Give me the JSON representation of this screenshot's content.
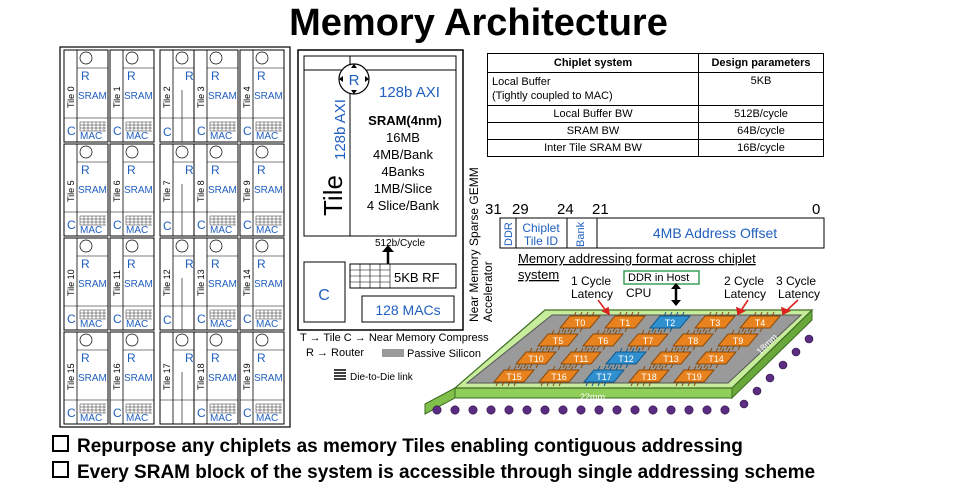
{
  "title": "Memory Architecture",
  "tile_grid": {
    "router_label": "R",
    "sram_label": "SRAM",
    "compress_label": "C",
    "mac_label": "MAC",
    "tiles": [
      "Tile 0",
      "Tile 1",
      "Tile 2",
      "Tile 3",
      "Tile 4",
      "Tile 5",
      "Tile 6",
      "Tile 7",
      "Tile 8",
      "Tile 9",
      "Tile 10",
      "Tile 11",
      "Tile 12",
      "Tile 13",
      "Tile 14",
      "Tile 15",
      "Tile 16",
      "Tile 17",
      "Tile 18",
      "Tile 19"
    ]
  },
  "tile_detail": {
    "router": "R",
    "axi": "128b AXI",
    "axi_vertical": "128b AXI",
    "tile": "Tile",
    "sram_title": "SRAM(4nm)",
    "sram_lines": [
      "16MB",
      "4MB/Bank",
      "4Banks",
      "1MB/Slice",
      "4 Slice/Bank"
    ],
    "bandwidth": "512b/Cycle",
    "rf": "5KB RF",
    "compress": "C",
    "macs": "128 MACs",
    "side_label_1": "Near Memory Sparse GEMM",
    "side_label_2": "Accelerator"
  },
  "legend": {
    "line1": "T → Tile  C → Near Memory Compress",
    "router": "R → Router",
    "passive": "Passive Silicon",
    "d2d": "Die-to-Die link"
  },
  "table": {
    "headers": [
      "Chiplet system",
      "Design parameters"
    ],
    "rows": [
      {
        "label": "Local Buffer",
        "sub": "(Tightly coupled to MAC)",
        "value": "5KB"
      },
      {
        "label": "Local Buffer BW",
        "sub": "",
        "value": "512B/cycle"
      },
      {
        "label": "SRAM BW",
        "sub": "",
        "value": "64B/cycle"
      },
      {
        "label": "Inter Tile SRAM BW",
        "sub": "",
        "value": "16B/cycle"
      }
    ]
  },
  "address": {
    "bits": [
      "31",
      "29",
      "24",
      "21",
      "0"
    ],
    "ddr": "DDR",
    "chiplet": "Chiplet",
    "tile_id": "Tile ID",
    "bank": "Bank",
    "offset": "4MB Address Offset",
    "caption_1": "Memory addressing format across chiplet",
    "caption_2": "system"
  },
  "package": {
    "lat1": "1 Cycle",
    "lat1b": "Latency",
    "ddr_host": "DDR in Host",
    "cpu": "CPU",
    "lat2": "2 Cycle",
    "lat2b": "Latency",
    "lat3": "3 Cycle",
    "lat3b": "Latency",
    "dim_x": "22mm",
    "dim_y": "18mm",
    "tiles": [
      "T0",
      "T1",
      "T2",
      "T3",
      "T4",
      "T5",
      "T6",
      "T7",
      "T8",
      "T9",
      "T10",
      "T11",
      "T12",
      "T13",
      "T14",
      "T15",
      "T16",
      "T17",
      "T18",
      "T19"
    ]
  },
  "bullets": [
    "Repurpose any chiplets as memory Tiles enabling contiguous addressing",
    "Every SRAM block of the system is accessible through single addressing scheme"
  ],
  "colors": {
    "accent_blue": "#1f5fbf",
    "chiplet_orange": "#e8821e",
    "ddr_green": "#3aa05a",
    "bump_purple": "#5a2d82"
  }
}
